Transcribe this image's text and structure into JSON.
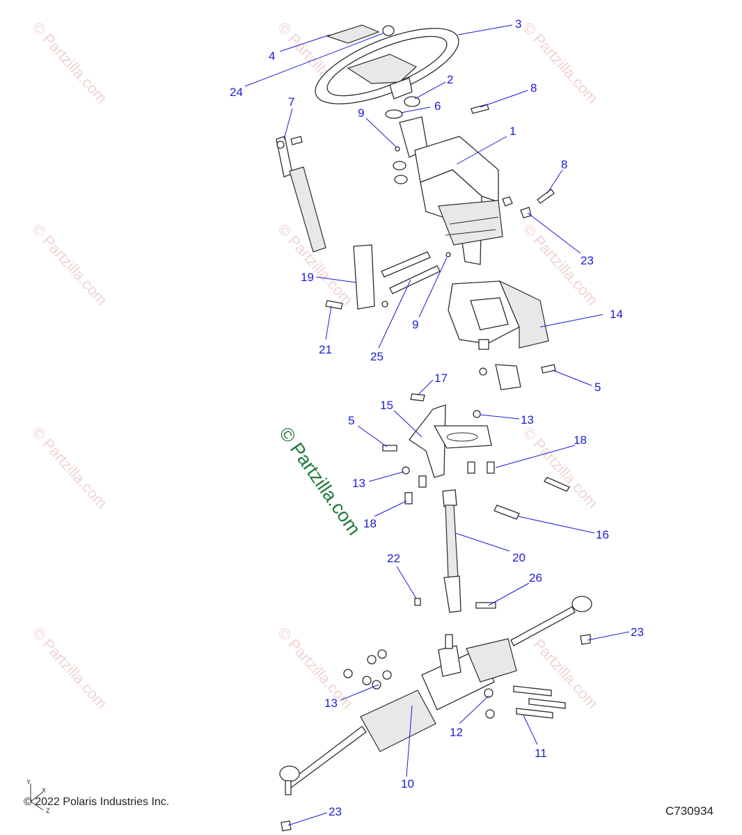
{
  "watermark": "© Partzilla.com",
  "copyright": "© 2022 Polaris Industries Inc.",
  "drawing_id": "C730934",
  "axis_labels": {
    "x": "X",
    "y": "Y",
    "z": "Z"
  },
  "callouts": [
    "1",
    "2",
    "3",
    "4",
    "5",
    "5",
    "6",
    "7",
    "8",
    "8",
    "9",
    "9",
    "10",
    "11",
    "12",
    "13",
    "13",
    "13",
    "14",
    "15",
    "16",
    "17",
    "18",
    "18",
    "19",
    "20",
    "21",
    "22",
    "23",
    "23",
    "23",
    "24",
    "25",
    "26"
  ],
  "colors": {
    "callout": "#1a1ad6",
    "watermark": "#f1d3d3",
    "center_watermark": "#1f7a3a"
  }
}
